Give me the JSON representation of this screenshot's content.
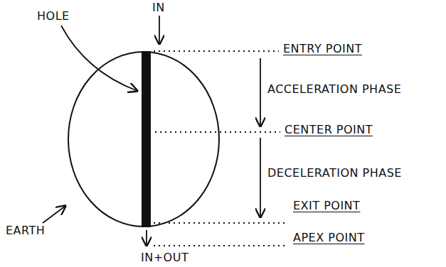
{
  "diagram": {
    "labels": [
      "HOLE",
      "IN",
      "ENTRY POINT",
      "ACCELERATION PHASE",
      "CENTER POINT",
      "DECELERATION PHASE",
      "EXIT POINT",
      "APEX POINT",
      "EARTH",
      "IN+OUT"
    ]
  }
}
